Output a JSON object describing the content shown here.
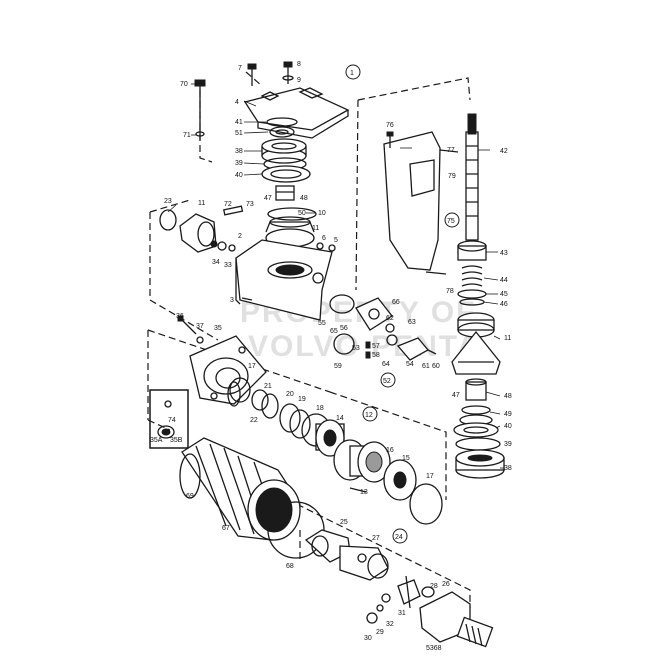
{
  "watermark": {
    "line1": "PROPERTY OF",
    "line2": "VOLVO PENTA"
  },
  "drawing_number": "5368",
  "group_numbers": {
    "g1": "1",
    "g12": "12",
    "g24": "24",
    "g52": "52",
    "g75": "75"
  },
  "labels": {
    "p2": "2",
    "p3": "3",
    "p4": "4",
    "p5": "5",
    "p6": "6",
    "p7": "7",
    "p8": "8",
    "p9": "9",
    "p10": "10",
    "p11a": "11",
    "p11b": "11",
    "p11c": "11",
    "p13": "13",
    "p14": "14",
    "p15": "15",
    "p16": "16",
    "p17a": "17",
    "p17b": "17",
    "p18": "18",
    "p19": "19",
    "p20": "20",
    "p21": "21",
    "p22": "22",
    "p23": "23",
    "p25": "25",
    "p26": "26",
    "p27": "27",
    "p28": "28",
    "p29": "29",
    "p30": "30",
    "p31": "31",
    "p32": "32",
    "p33": "33",
    "p34": "34",
    "p35": "35",
    "p35a": "35A",
    "p35b": "35B",
    "p36": "36",
    "p37": "37",
    "p38a": "38",
    "p38b": "38",
    "p39a": "39",
    "p39b": "39",
    "p40a": "40",
    "p40b": "40",
    "p41": "41",
    "p42": "42",
    "p43": "43",
    "p44": "44",
    "p45": "45",
    "p46": "46",
    "p47a": "47",
    "p47b": "47",
    "p48a": "48",
    "p48b": "48",
    "p49": "49",
    "p50": "50",
    "p51": "51",
    "p53": "53",
    "p54": "54",
    "p55": "55",
    "p56": "56",
    "p57": "57",
    "p58": "58",
    "p59": "59",
    "p60": "60",
    "p61": "61",
    "p62": "62",
    "p63": "63",
    "p64": "64",
    "p65": "65",
    "p66": "66",
    "p67": "67",
    "p68": "68",
    "p69": "69",
    "p70": "70",
    "p71": "71",
    "p72": "72",
    "p73": "73",
    "p74": "74",
    "p76": "76",
    "p77": "77",
    "p78": "78",
    "p79": "79"
  }
}
